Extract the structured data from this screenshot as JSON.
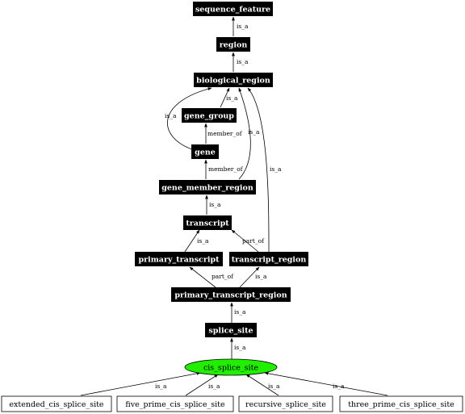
{
  "colors": {
    "node_fill": "#000000",
    "node_text": "#ffffff",
    "focus_fill": "#22ee00",
    "leaf_fill": "#ffffff",
    "edge": "#000000"
  },
  "nodes": {
    "sequence_feature": "sequence_feature",
    "region": "region",
    "biological_region": "biological_region",
    "gene_group": "gene_group",
    "gene": "gene",
    "gene_member_region": "gene_member_region",
    "transcript": "transcript",
    "primary_transcript": "primary_transcript",
    "transcript_region": "transcript_region",
    "primary_transcript_region": "primary_transcript_region",
    "splice_site": "splice_site",
    "cis_splice_site": "cis_splice_site",
    "extended_cis_splice_site": "extended_cis_splice_site",
    "five_prime_cis_splice_site": "five_prime_cis_splice_site",
    "recursive_splice_site": "recursive_splice_site",
    "three_prime_cis_splice_site": "three_prime_cis_splice_site"
  },
  "edges": {
    "region_to_sequence_feature": "is_a",
    "biological_region_to_region": "is_a",
    "gene_group_to_biological_region": "is_a",
    "gene_to_biological_region": "is_a",
    "gene_to_gene_group": "member_of",
    "gene_member_region_to_biological_region": "is_a",
    "gene_member_region_to_gene": "member_of",
    "transcript_region_to_biological_region": "is_a",
    "transcript_to_gene_member_region": "is_a",
    "primary_transcript_to_transcript": "is_a",
    "transcript_region_to_transcript": "part_of",
    "primary_transcript_region_to_primary_transcript": "part_of",
    "primary_transcript_region_to_transcript_region": "is_a",
    "splice_site_to_primary_transcript_region": "is_a",
    "cis_splice_site_to_splice_site": "is_a",
    "extended_to_cis": "is_a",
    "five_prime_to_cis": "is_a",
    "recursive_to_cis": "is_a",
    "three_prime_to_cis": "is_a"
  }
}
